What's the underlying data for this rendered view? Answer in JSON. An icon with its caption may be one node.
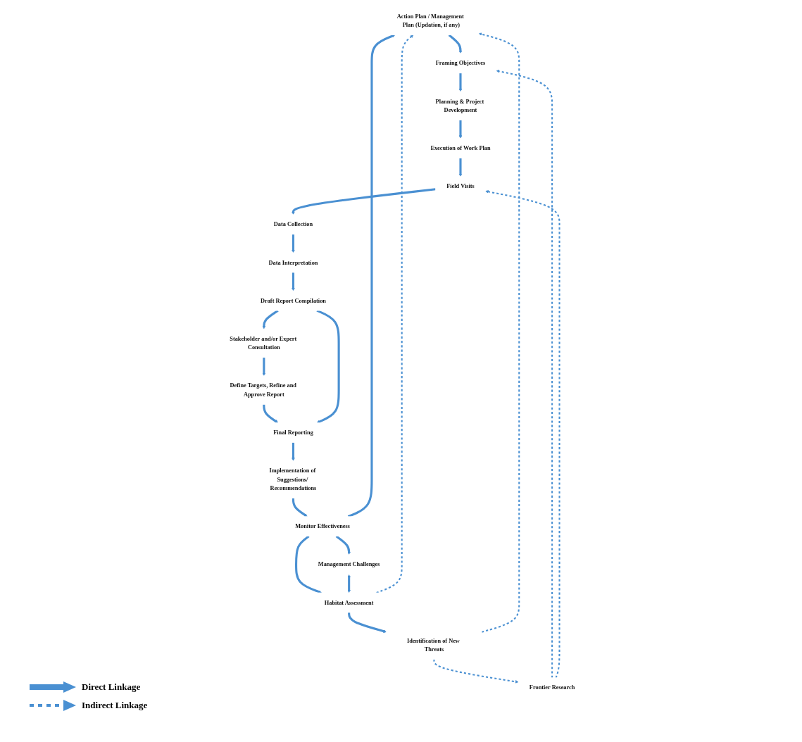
{
  "diagram": {
    "nodes": [
      {
        "text": [
          "Action Plan / Management Plan (Updation, if any)"
        ]
      },
      {
        "text": [
          "Framing Objectives"
        ]
      },
      {
        "text": [
          "Monitor Effectiveness"
        ]
      },
      {
        "text": [
          "Habitat Assessment"
        ]
      },
      {
        "text": [
          "Planning & Project Development"
        ]
      },
      {
        "text": [
          "Management Challenges"
        ]
      },
      {
        "text": [
          "Frontier Research"
        ]
      },
      {
        "text": [
          "Implementation of Suggestions/ Recommendations"
        ]
      },
      {
        "text": [
          "Identification of New Threats"
        ]
      },
      {
        "text": [
          "Execution of Work Plan"
        ]
      },
      {
        "text": [
          "Define Targets, Refine and Approve Report"
        ]
      },
      {
        "text": [
          "Final Reporting"
        ]
      },
      {
        "text": [
          "Stakeholder and/or Expert Consultation"
        ]
      },
      {
        "text": [
          "Field Visits"
        ]
      },
      {
        "text": [
          "Draft Report Compilation"
        ]
      },
      {
        "text": [
          "Data Collection"
        ]
      },
      {
        "text": [
          "Data Interpretation"
        ]
      }
    ],
    "edges": [
      {
        "from": 2,
        "to": 0,
        "arrow": "to"
      },
      {
        "from": 0,
        "to": 1,
        "arrow": "to"
      },
      {
        "from": 1,
        "to": 4,
        "arrow": "to"
      },
      {
        "from": 4,
        "to": 9,
        "arrow": "to"
      },
      {
        "from": 9,
        "to": 13,
        "arrow": "to"
      },
      {
        "from": 13,
        "to": 15,
        "arrow": "to"
      },
      {
        "from": 15,
        "to": 16,
        "arrow": "to"
      },
      {
        "from": 16,
        "to": 14,
        "arrow": "to"
      },
      {
        "from": 14,
        "to": 12,
        "arrow": "to"
      },
      {
        "from": 12,
        "to": 10,
        "arrow": "to"
      },
      {
        "from": 10,
        "to": 11,
        "arrow": "to"
      },
      {
        "from": 14,
        "to": 11,
        "arrow": "to"
      },
      {
        "from": 11,
        "to": 7,
        "arrow": "to"
      },
      {
        "from": 7,
        "to": 2,
        "arrow": "to"
      },
      {
        "from": 2,
        "to": 3,
        "arrow": "to"
      },
      {
        "from": 2,
        "to": 5,
        "arrow": "to"
      },
      {
        "from": 5,
        "to": 3,
        "arrow": "both"
      },
      {
        "from": 3,
        "to": 8,
        "arrow": "to"
      },
      {
        "from": 3,
        "to": 0,
        "arrow": "to",
        "style": "dashed"
      },
      {
        "from": 8,
        "to": 0,
        "arrow": "to",
        "style": "dashed"
      },
      {
        "from": 8,
        "to": 6,
        "arrow": "to",
        "style": "dashed"
      },
      {
        "from": 6,
        "to": 1,
        "arrow": "to",
        "style": "dashed"
      },
      {
        "from": 6,
        "to": 13,
        "arrow": "to",
        "style": "dashed"
      }
    ],
    "legend": [
      {
        "text": "Direct Linkage"
      },
      {
        "text": "Indirect Linkage"
      }
    ]
  }
}
